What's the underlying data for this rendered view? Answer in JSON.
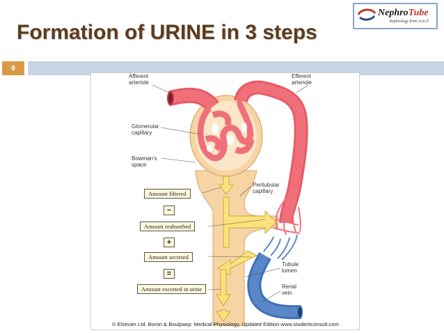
{
  "slide": {
    "title": "Formation of URINE in 3 steps",
    "page_number": "9"
  },
  "logo": {
    "name_main": "Nephro",
    "name_accent": "Tube",
    "tagline": "Nephrology from A to Z"
  },
  "diagram": {
    "labels": {
      "afferent": "Afferent",
      "afferent2": "arteriole",
      "efferent": "Efferent",
      "efferent2": "arteriole",
      "glomerular": "Glomerular",
      "glomerular2": "capillary",
      "bowmans": "Bowman's",
      "bowmans2": "space",
      "peritubular": "Peritubular",
      "peritubular2": "capillary",
      "tubule": "Tubule",
      "tubule2": "lumen",
      "renal": "Renal",
      "renal2": "vein"
    },
    "steps": {
      "filtered": "Amount filtered",
      "reabsorbed": "Amount reabsorbed",
      "secreted": "Amount secreted",
      "excreted": "Amount excreted in urine"
    },
    "operators": {
      "minus": "−",
      "plus": "+",
      "equals": "="
    },
    "credit": "© Elsevier Ltd. Boron & Boulpaep: Medical Physiology, Updated Edition   www.studentconsult.com"
  },
  "colors": {
    "title": "#5e3c1c",
    "artery": "#f0707a",
    "vein": "#5a87c8",
    "tubule": "#f6d4a4",
    "flow": "#fbe27a"
  }
}
